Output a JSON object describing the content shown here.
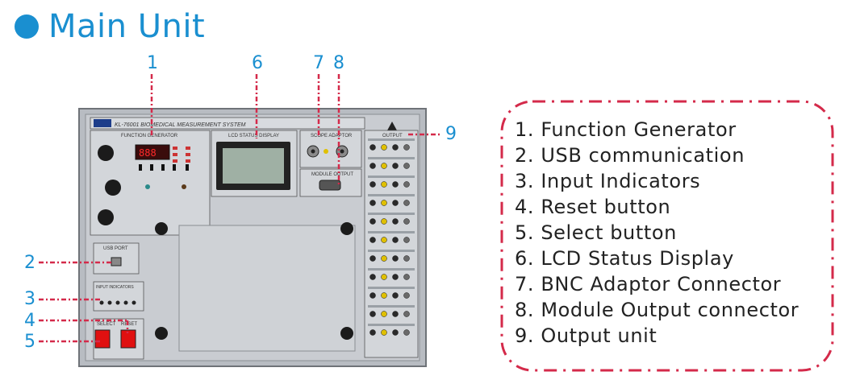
{
  "page": {
    "title": "Main Unit",
    "accent": "#1a8fd0",
    "callout_color": "#d42a4a"
  },
  "device": {
    "model": "KL-76001 BIOMEDICAL MEASUREMENT SYSTEM",
    "sections": {
      "function_generator": "FUNCTION GENERATOR",
      "lcd": "LCD STATUS DISPLAY",
      "scope_adaptor": "SCOPE ADAPTOR",
      "module_output": "MODULE OUTPUT",
      "output": "OUTPUT",
      "usb_port": "USB PORT",
      "input_indicators": "INPUT INDICATORS",
      "select": "SELECT",
      "reset": "RESET"
    }
  },
  "callouts": [
    "1",
    "6",
    "7",
    "8",
    "9",
    "2",
    "3",
    "4",
    "5"
  ],
  "legend": [
    "1. Function Generator",
    "2. USB communication",
    "3. Input Indicators",
    "4. Reset button",
    "5. Select button",
    "6. LCD Status Display",
    "7. BNC Adaptor Connector",
    "8. Module Output connector",
    "9. Output unit"
  ]
}
